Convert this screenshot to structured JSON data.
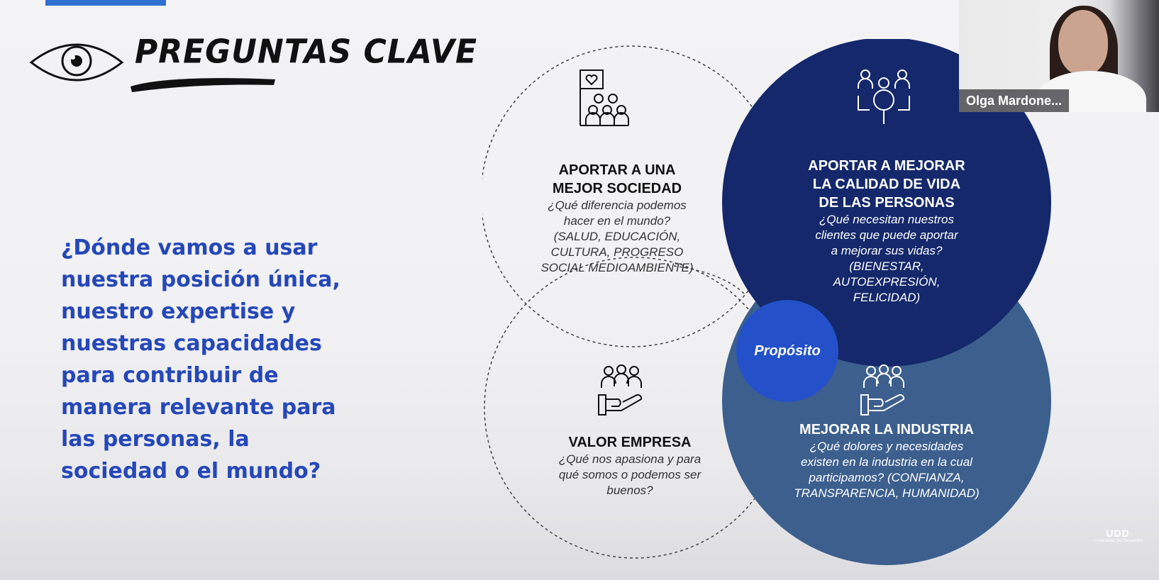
{
  "slide": {
    "heading": "PREGUNTAS CLAVE",
    "question": "¿Dónde vamos a usar\nnuestra posición única,\nnuestro expertise y\nnuestras capacidades\npara contribuir de\nmanera relevante para\nlas personas, la\nsociedad o el mundo?",
    "circles": [
      {
        "title": "APORTAR A UNA\nMEJOR SOCIEDAD",
        "body": "¿Qué diferencia podemos\nhacer en el mundo?\n(SALUD, EDUCACIÓN,\nCULTURA, PROGRESO\nSOCIAL MEDIOAMBIENTE)",
        "icon": "community-flag-icon"
      },
      {
        "title": "APORTAR A MEJORAR\nLA CALIDAD DE VIDA\nDE LAS PERSONAS",
        "body": "¿Qué necesitan nuestros\nclientes que puede aportar\na mejorar sus vidas?\n(BIENESTAR,\nAUTOEXPRESIÓN,\nFELICIDAD)",
        "icon": "people-magnifier-icon"
      },
      {
        "title": "VALOR EMPRESA",
        "body": "¿Qué nos apasiona y para\nqué somos o podemos ser\nbuenos?",
        "icon": "hand-people-icon"
      },
      {
        "title": "MEJORAR LA INDUSTRIA",
        "body": "¿Qué dolores y necesidades\nexisten en la industria en la cual\nparticipamos? (CONFIANZA,\nTRANSPARENCIA, HUMANIDAD)",
        "icon": "hand-people-icon"
      }
    ],
    "center_label": "Propósito",
    "colors": {
      "accent_blue": "#2451c9",
      "navy": "#14286b",
      "steel_blue": "#3c5f8e",
      "question_text": "#2547b8"
    }
  },
  "video": {
    "participant_name": "Olga Mardone..."
  },
  "watermark": {
    "logo_text": "UDD",
    "logo_sub": "Universidad del Desarrollo"
  }
}
